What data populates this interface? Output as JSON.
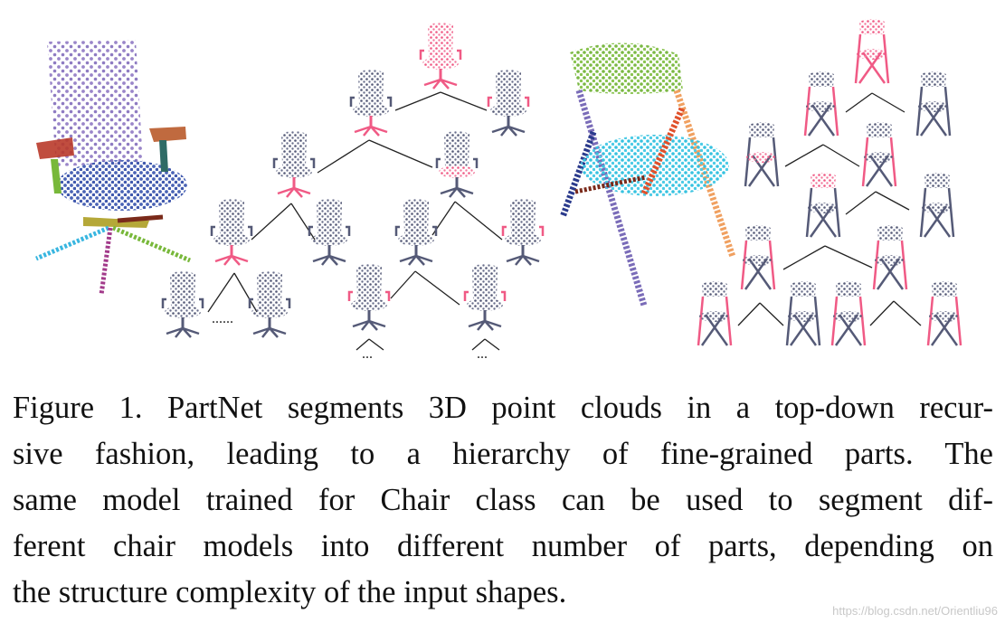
{
  "figure": {
    "ellipsis_small": "......",
    "ellipsis_a": "...",
    "ellipsis_b": "..."
  },
  "caption": {
    "lines": [
      "Figure 1. PartNet segments 3D point clouds in a top-down recur-",
      "sive fashion, leading to a hierarchy of fine-grained parts.  The",
      "same model trained for Chair class can be used to segment dif-",
      "ferent chair models into different number of parts, depending on",
      "the structure complexity of the input shapes."
    ]
  },
  "watermark": "https://blog.csdn.net/Orientliu96",
  "colors": {
    "chair_gray": "#555a77",
    "highlight_pink": "#f05a85",
    "back_purple": "#9a86c9",
    "seat_blue": "#4a63b5",
    "arm_red": "#b93a2a",
    "arm_teal": "#2f6b66",
    "base_cyan": "#38b6e0",
    "base_green": "#78b83a",
    "leg_magenta": "#a23a8a",
    "fold_back_green": "#7ab843",
    "fold_seat_cyan": "#36c2e0",
    "fold_leg_purple": "#7a6cb8",
    "fold_leg_navy": "#2a3a8c",
    "fold_leg_orange": "#f0a060",
    "fold_brace_red": "#e0502a",
    "fold_brace_darkred": "#7a2a1a",
    "hierarchy_line": "#222222"
  }
}
